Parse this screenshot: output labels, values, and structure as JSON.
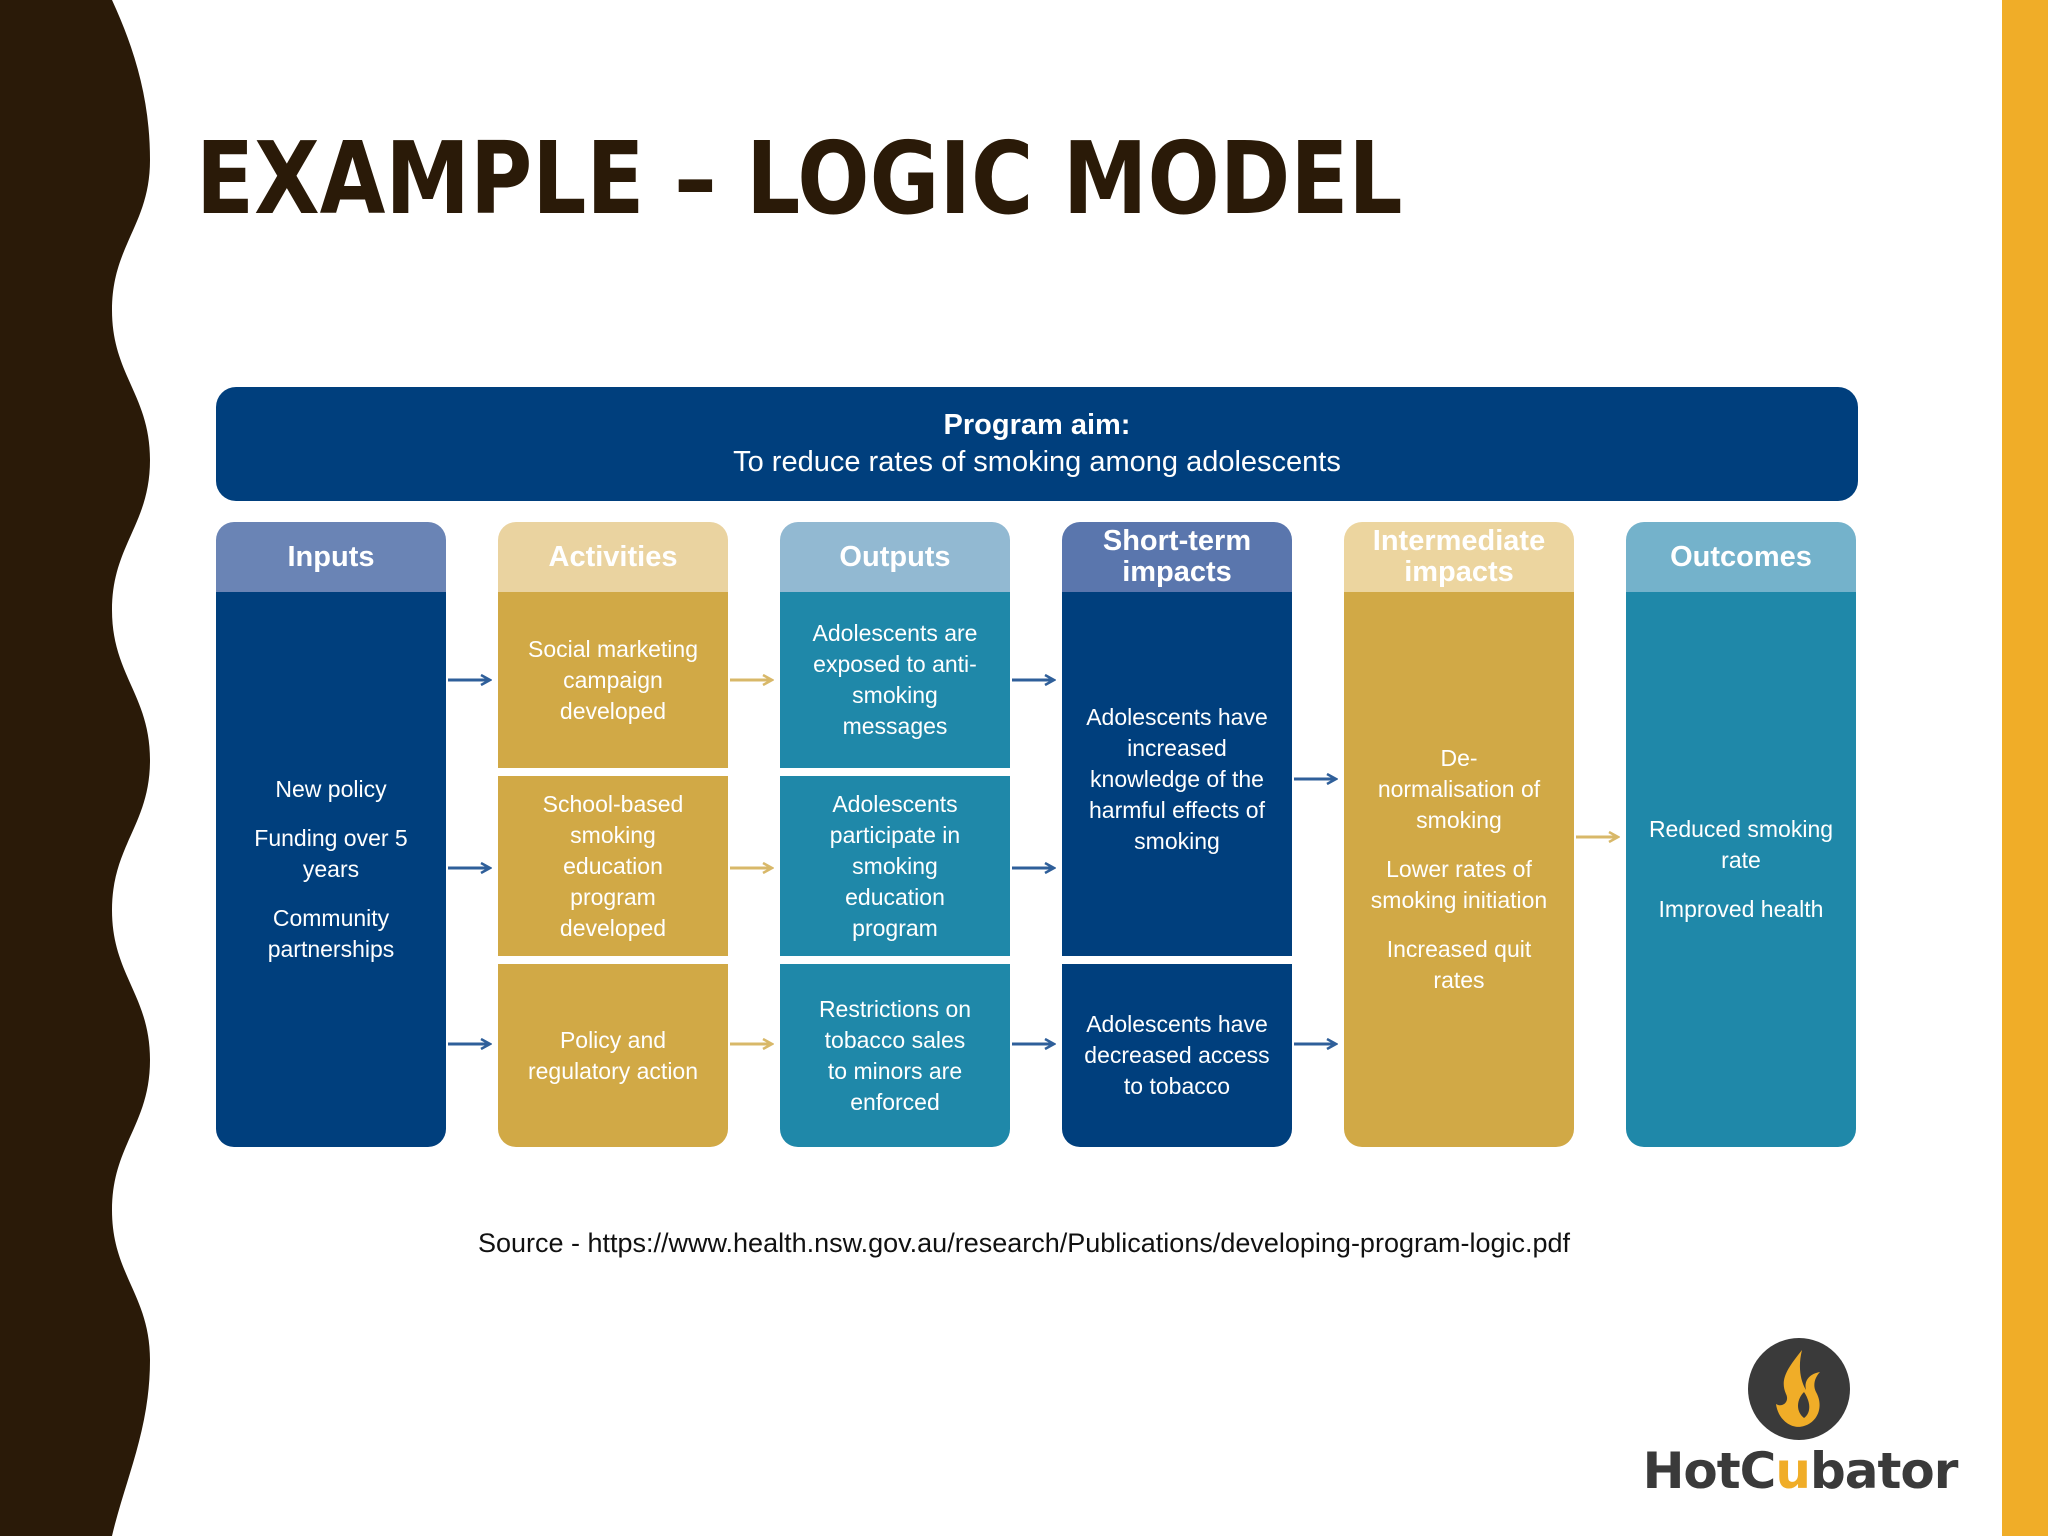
{
  "slide": {
    "title": "EXAMPLE – LOGIC MODEL",
    "source": "Source - https://www.health.nsw.gov.au/research/Publications/developing-program-logic.pdf"
  },
  "diagram": {
    "aim_label": "Program aim:",
    "aim_text": "To reduce rates of smoking among adolescents",
    "columns": [
      {
        "title_lines": [
          "Inputs"
        ]
      },
      {
        "title_lines": [
          "Activities"
        ]
      },
      {
        "title_lines": [
          "Outputs"
        ]
      },
      {
        "title_lines": [
          "Short-term",
          "impacts"
        ]
      },
      {
        "title_lines": [
          "Intermediate",
          "impacts"
        ]
      },
      {
        "title_lines": [
          "Outcomes"
        ]
      }
    ],
    "inputs": [
      "New policy",
      "Funding over 5 years",
      "Community partnerships"
    ],
    "activities": [
      "Social marketing campaign developed",
      "School-based smoking education program developed",
      "Policy and regulatory action"
    ],
    "outputs": [
      "Adolescents are exposed to anti-smoking messages",
      "Adolescents participate in smoking education program",
      "Restrictions on tobacco sales to minors are enforced"
    ],
    "short_term": [
      "Adolescents have increased knowledge of the harmful effects of smoking",
      "Adolescents have decreased access to tobacco"
    ],
    "intermediate": [
      "De-normalisation of smoking",
      "Lower rates of smoking initiation",
      "Increased quit rates"
    ],
    "outcomes": [
      "Reduced smoking rate",
      "Improved health"
    ]
  },
  "logo": {
    "text_start": "HotC",
    "text_accent": "u",
    "text_end": "bator",
    "accent_color": "#f0ad28",
    "icon": "flame-icon"
  },
  "colors": {
    "navy": "#003f7d",
    "gold": "#d1a946",
    "teal": "#1f88a9",
    "dark_brown": "#2a1a08",
    "accent_yellow": "#f0ad28"
  }
}
